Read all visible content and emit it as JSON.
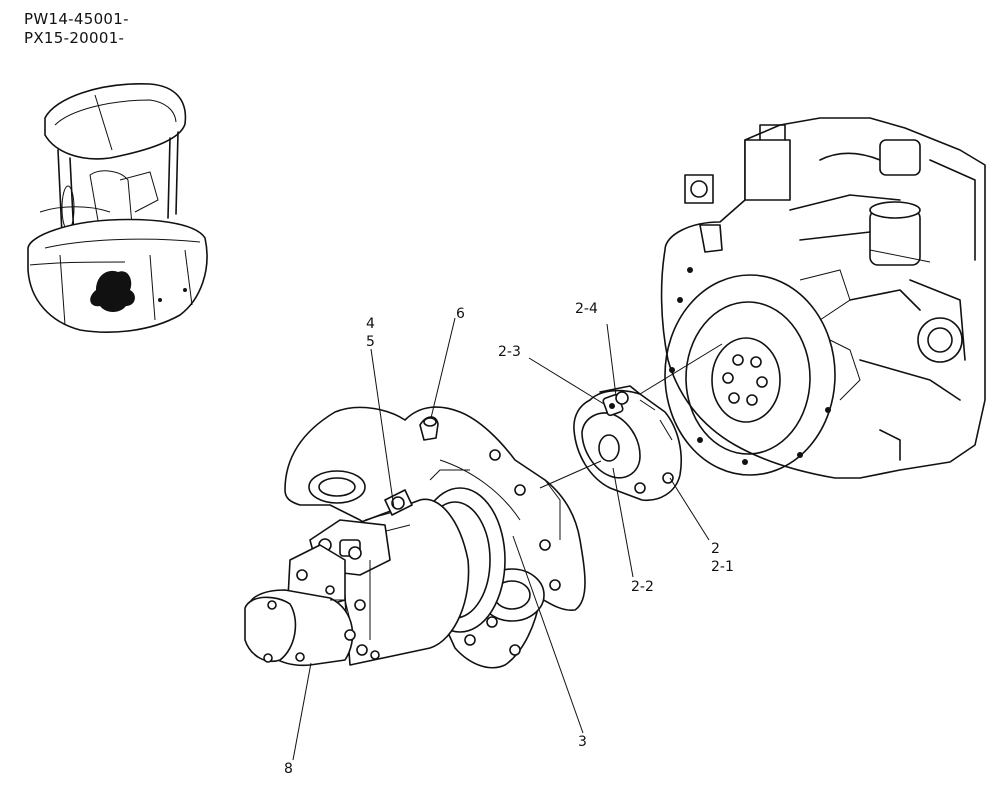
{
  "serial_numbers": [
    "PW14-45001-",
    "PX15-20001-"
  ],
  "part_labels": {
    "p2": "2",
    "p2_1": "2-1",
    "p2_2": "2-2",
    "p2_3": "2-3",
    "p2_4": "2-4",
    "p3": "3",
    "p4": "4",
    "p5": "5",
    "p6": "6",
    "p8": "8"
  }
}
